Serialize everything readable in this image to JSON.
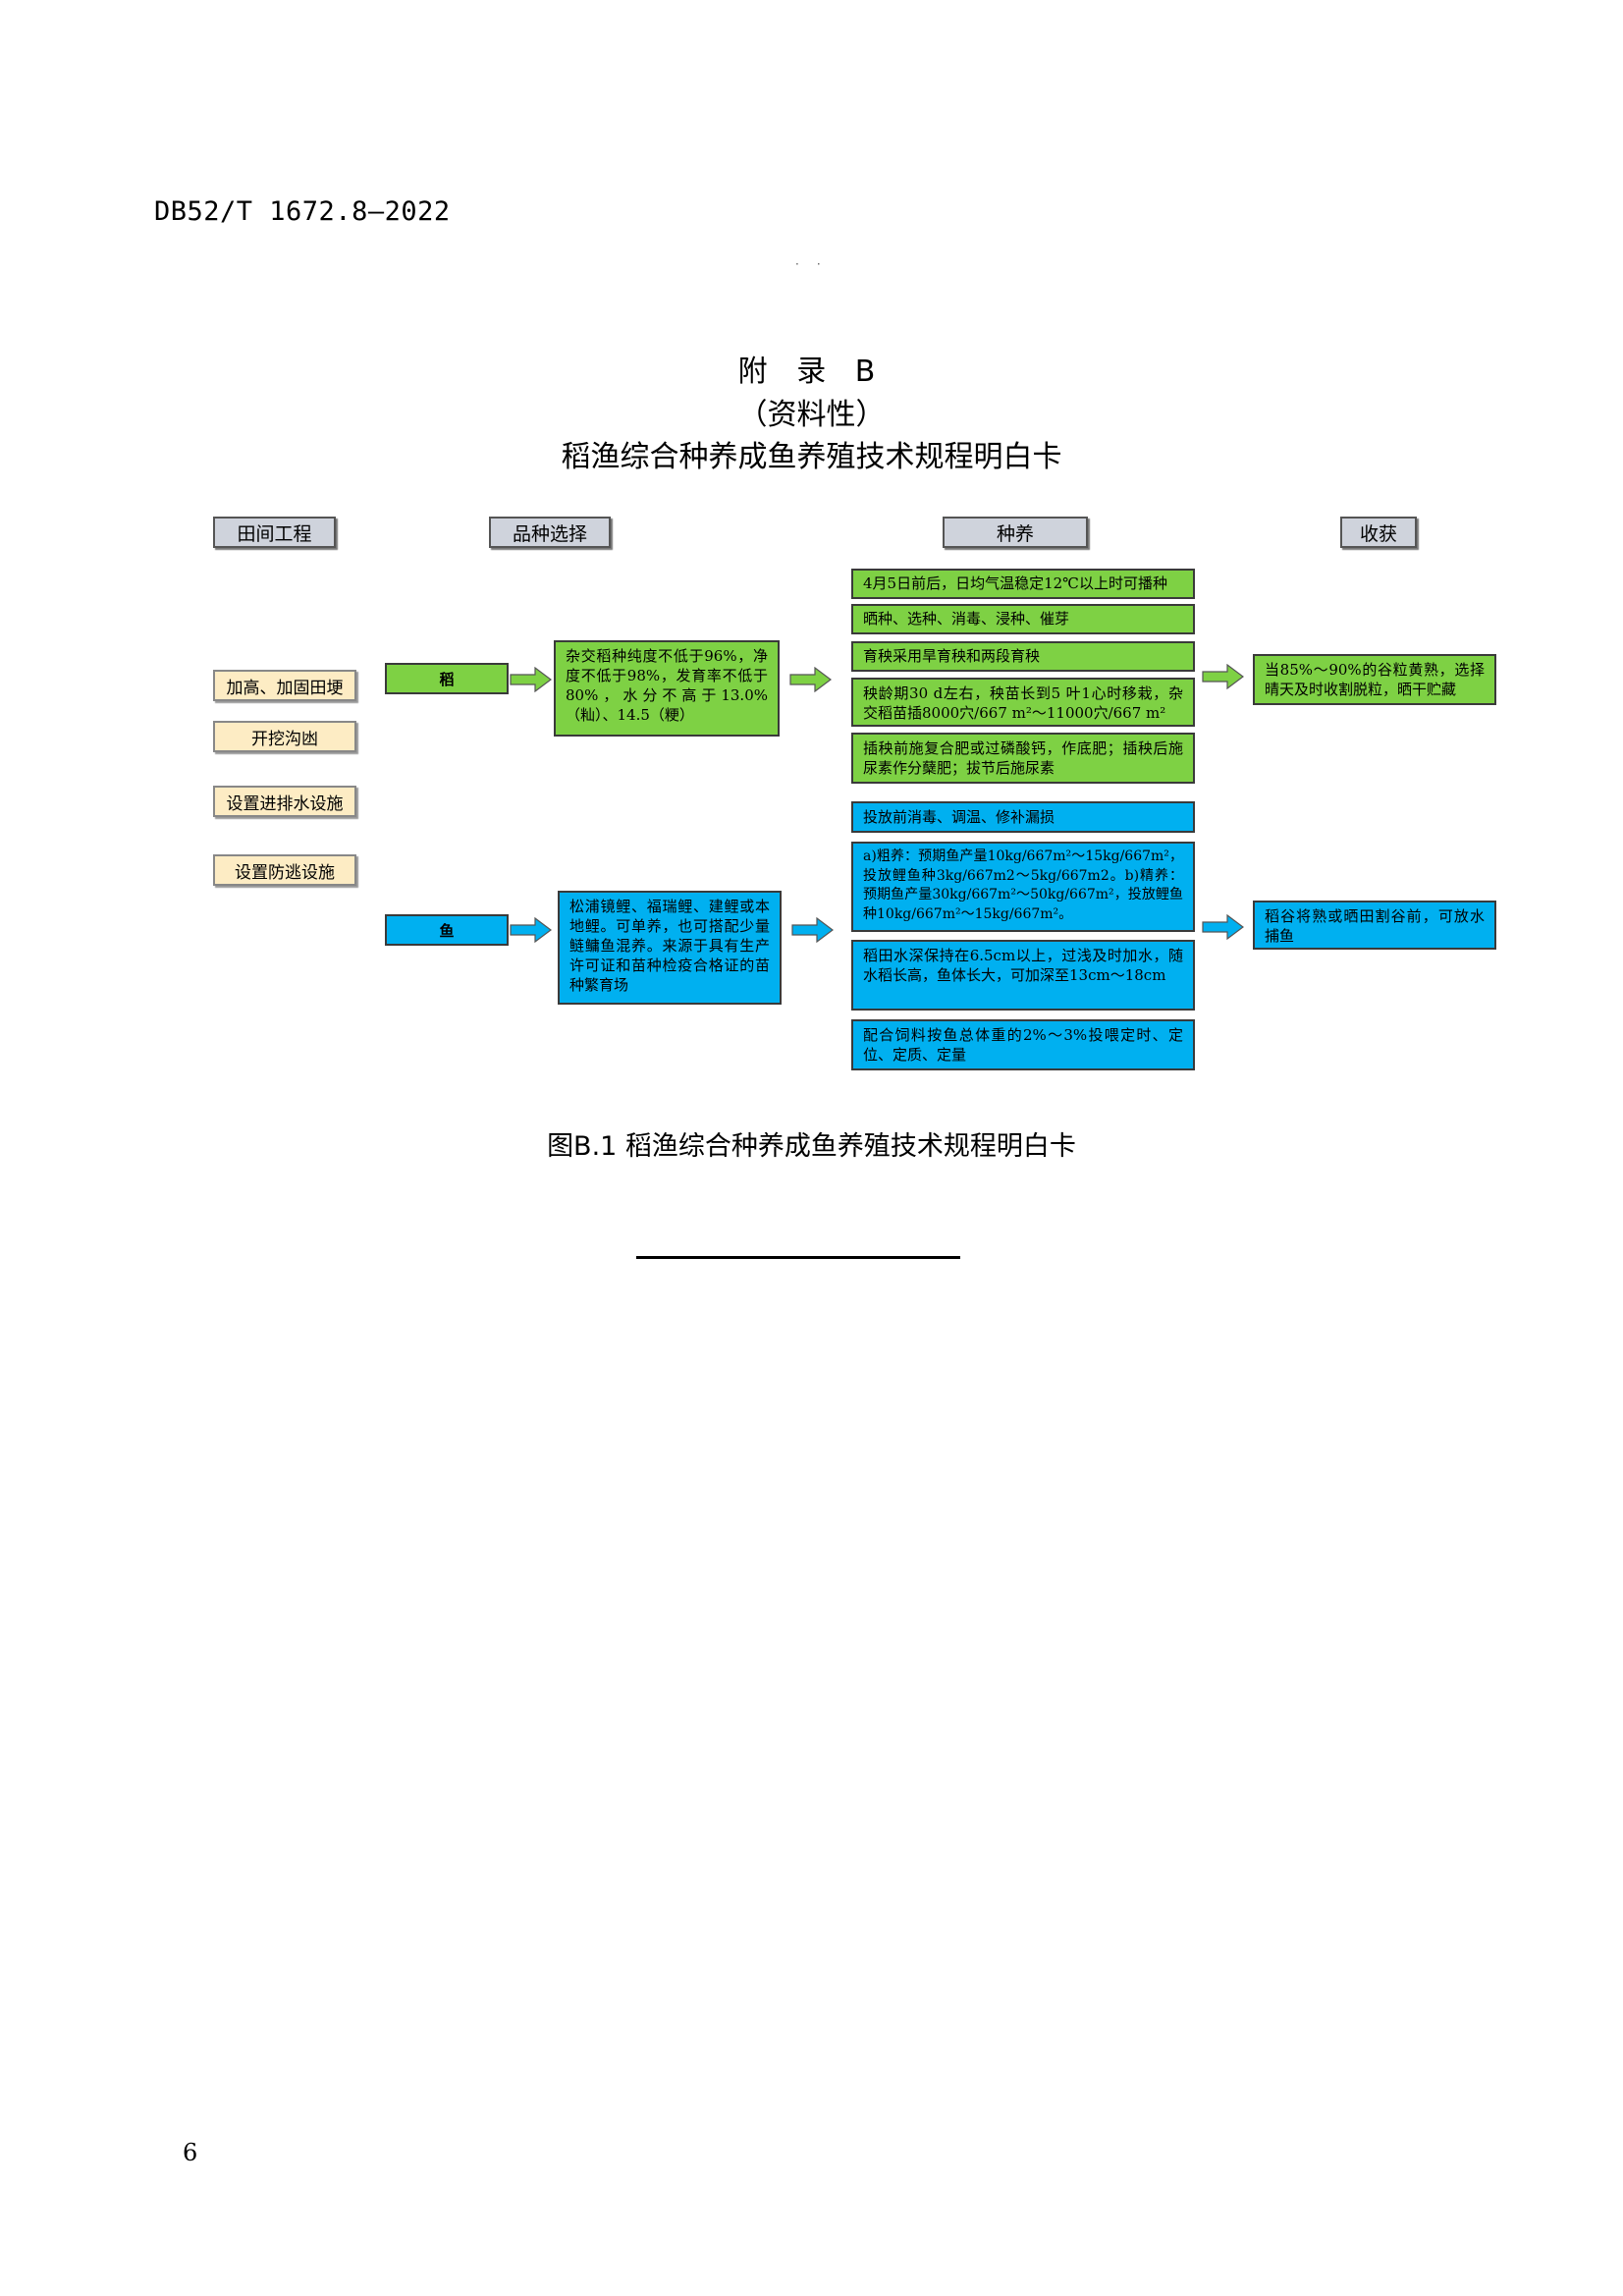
{
  "header": {
    "doc_code": "DB52/T 1672.8—2022"
  },
  "appendix": {
    "label": "附 录 B",
    "nature": "（资料性）",
    "title": "稻渔综合种养成鱼养殖技术规程明白卡"
  },
  "diagram": {
    "columns": {
      "field": "田间工程",
      "variety": "品种选择",
      "culture": "种养",
      "harvest": "收获"
    },
    "field_steps": [
      "加高、加固田埂",
      "开挖沟凼",
      "设置进排水设施",
      "设置防逃设施"
    ],
    "rice": {
      "label": "稻",
      "variety_text": "杂交稻种纯度不低于96%，净度不低于98%，发育率不低于80%，水分不高于13.0%（籼）、14.5（粳）",
      "steps": [
        "4月5日前后，日均气温稳定12℃以上时可播种",
        "晒种、选种、消毒、浸种、催芽",
        "育秧采用旱育秧和两段育秧",
        "秧龄期30 d左右，秧苗长到5 叶1心时移栽，杂交稻苗插8000穴/667 m²～11000穴/667 m²",
        "插秧前施复合肥或过磷酸钙，作底肥；插秧后施尿素作分蘖肥；拔节后施尿素"
      ],
      "harvest_text": "当85%～90%的谷粒黄熟，选择晴天及时收割脱粒，晒干贮藏"
    },
    "fish": {
      "label": "鱼",
      "variety_text": "松浦镜鲤、福瑞鲤、建鲤或本地鲤。可单养，也可搭配少量鲢鳙鱼混养。来源于具有生产许可证和苗种检疫合格证的苗种繁育场",
      "steps": [
        "投放前消毒、调温、修补漏损",
        "a)粗养：预期鱼产量10kg/667m²～15kg/667m²，投放鲤鱼种3kg/667m2～5kg/667m2。b)精养：预期鱼产量30kg/667m²～50kg/667m²，投放鲤鱼种10kg/667m²～15kg/667m²。",
        "稻田水深保持在6.5cm以上，过浅及时加水，随水稻长高，鱼体长大，可加深至13cm～18cm",
        "配合饲料按鱼总体重的2%～3%投喂定时、定位、定质、定量"
      ],
      "harvest_text": "稻谷将熟或晒田割谷前，可放水捕鱼"
    },
    "colors": {
      "green": "#7ed144",
      "blue": "#00b0f0",
      "beige": "#fdecc4",
      "header_gray": "#cfd3dc"
    }
  },
  "caption": "图B.1 稻渔综合种养成鱼养殖技术规程明白卡",
  "page_number": "6"
}
